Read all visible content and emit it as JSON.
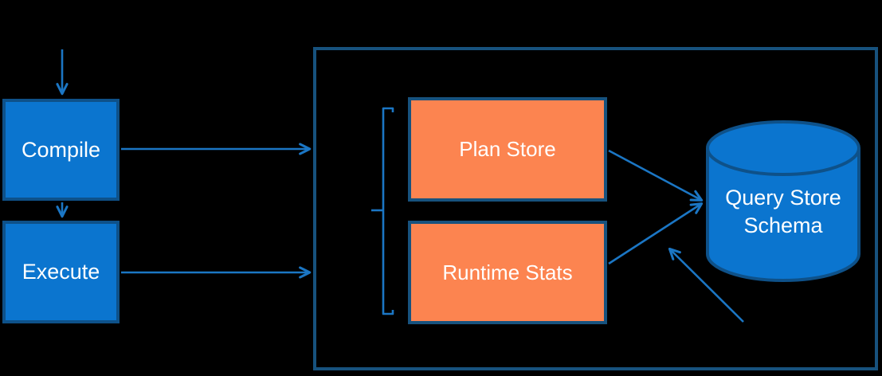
{
  "diagram": {
    "type": "flow-diagram",
    "colors": {
      "background": "#000000",
      "node_fill_blue": "#0b75cf",
      "node_border_blue": "#0e5189",
      "node_fill_orange": "#fc8450",
      "border_dark_blue": "#17527e",
      "arrow_blue": "#1b76c4",
      "text_white": "#ffffff"
    }
  },
  "nodes": {
    "compile": {
      "label": "Compile"
    },
    "execute": {
      "label": "Execute"
    },
    "plan_store": {
      "label": "Plan Store"
    },
    "runtime_stats": {
      "label": "Runtime Stats"
    },
    "query_store_schema": {
      "line1": "Query Store",
      "line2": "Schema"
    }
  },
  "edges": [
    {
      "from": "input-top",
      "to": "compile",
      "direction": "down"
    },
    {
      "from": "compile",
      "to": "execute",
      "direction": "down"
    },
    {
      "from": "compile",
      "to": "container-box",
      "direction": "right"
    },
    {
      "from": "execute",
      "to": "container-box",
      "direction": "right"
    },
    {
      "from": "plan_store",
      "to": "query_store_schema",
      "direction": "right"
    },
    {
      "from": "runtime_stats",
      "to": "query_store_schema",
      "direction": "right"
    },
    {
      "from": "bottom-right",
      "to": "runtime-stats-wire",
      "direction": "up-left"
    }
  ]
}
